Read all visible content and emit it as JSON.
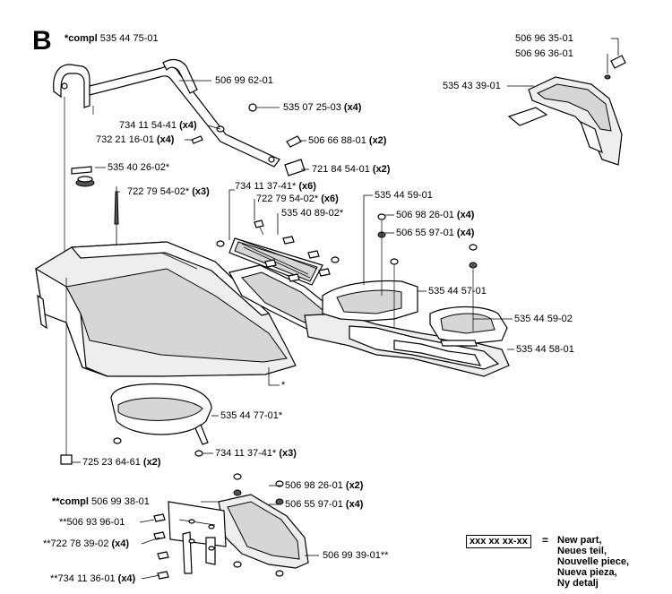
{
  "section": "B",
  "labels": [
    {
      "id": "compl-top",
      "prefix": "*compl",
      "text": "535 44 75-01",
      "qty": ""
    },
    {
      "id": "p1",
      "prefix": "",
      "text": "506 99 62-01",
      "qty": ""
    },
    {
      "id": "p2",
      "prefix": "",
      "text": "535 07 25-03",
      "qty": "(x4)"
    },
    {
      "id": "p3",
      "prefix": "",
      "text": "734 11 54-41",
      "qty": "(x4)"
    },
    {
      "id": "p4",
      "prefix": "",
      "text": "732 21 16-01",
      "qty": "(x4)"
    },
    {
      "id": "p5",
      "prefix": "",
      "text": "506 66 88-01",
      "qty": "(x2)"
    },
    {
      "id": "p6",
      "prefix": "",
      "text": "721 84 54-01",
      "qty": "(x2)"
    },
    {
      "id": "p7",
      "prefix": "",
      "text": "535 40 26-02*",
      "qty": ""
    },
    {
      "id": "p8",
      "prefix": "",
      "text": "722 79 54-02*",
      "qty": "(x3)"
    },
    {
      "id": "p9",
      "prefix": "",
      "text": "734 11 37-41*",
      "qty": "(x6)"
    },
    {
      "id": "p10",
      "prefix": "",
      "text": "722 79 54-02*",
      "qty": "(x6)"
    },
    {
      "id": "p11",
      "prefix": "",
      "text": "535 44 59-01",
      "qty": ""
    },
    {
      "id": "p12",
      "prefix": "",
      "text": "535 40 89-02*",
      "qty": ""
    },
    {
      "id": "p13",
      "prefix": "",
      "text": "506 98 26-01",
      "qty": "(x4)"
    },
    {
      "id": "p14",
      "prefix": "",
      "text": "506 55 97-01",
      "qty": "(x4)"
    },
    {
      "id": "p15",
      "prefix": "",
      "text": "535 44 57-01",
      "qty": ""
    },
    {
      "id": "p16",
      "prefix": "",
      "text": "535 44 59-02",
      "qty": ""
    },
    {
      "id": "p17",
      "prefix": "",
      "text": "535 44 58-01",
      "qty": ""
    },
    {
      "id": "p18",
      "prefix": "",
      "text": "*",
      "qty": ""
    },
    {
      "id": "p19",
      "prefix": "",
      "text": "535 44 77-01*",
      "qty": ""
    },
    {
      "id": "p20",
      "prefix": "",
      "text": "734 11 37-41*",
      "qty": "(x3)"
    },
    {
      "id": "p21",
      "prefix": "",
      "text": "725 23 64-61",
      "qty": "(x2)"
    },
    {
      "id": "p22",
      "prefix": "",
      "text": "506 96 35-01",
      "qty": ""
    },
    {
      "id": "p23",
      "prefix": "",
      "text": "506 96 36-01",
      "qty": ""
    },
    {
      "id": "p24",
      "prefix": "",
      "text": "535 43 39-01",
      "qty": ""
    },
    {
      "id": "compl-bottom",
      "prefix": "**compl",
      "text": "506 99 38-01",
      "qty": ""
    },
    {
      "id": "p25",
      "prefix": "",
      "text": "**506 93 96-01",
      "qty": ""
    },
    {
      "id": "p26",
      "prefix": "",
      "text": "**722 78 39-02",
      "qty": "(x4)"
    },
    {
      "id": "p27",
      "prefix": "",
      "text": "**734 11 36-01",
      "qty": "(x4)"
    },
    {
      "id": "p28",
      "prefix": "",
      "text": "506 98 26-01",
      "qty": "(x2)"
    },
    {
      "id": "p29",
      "prefix": "",
      "text": "506 55 97-01",
      "qty": "(x4)"
    },
    {
      "id": "p30",
      "prefix": "",
      "text": "506 99 39-01**",
      "qty": ""
    }
  ],
  "legend": {
    "code": "xxx xx xx-xx",
    "equals": "=",
    "lines": [
      "New part,",
      "Neues teil,",
      "Nouvelle piece,",
      "Nueva pieza,",
      "Ny detalj"
    ]
  }
}
